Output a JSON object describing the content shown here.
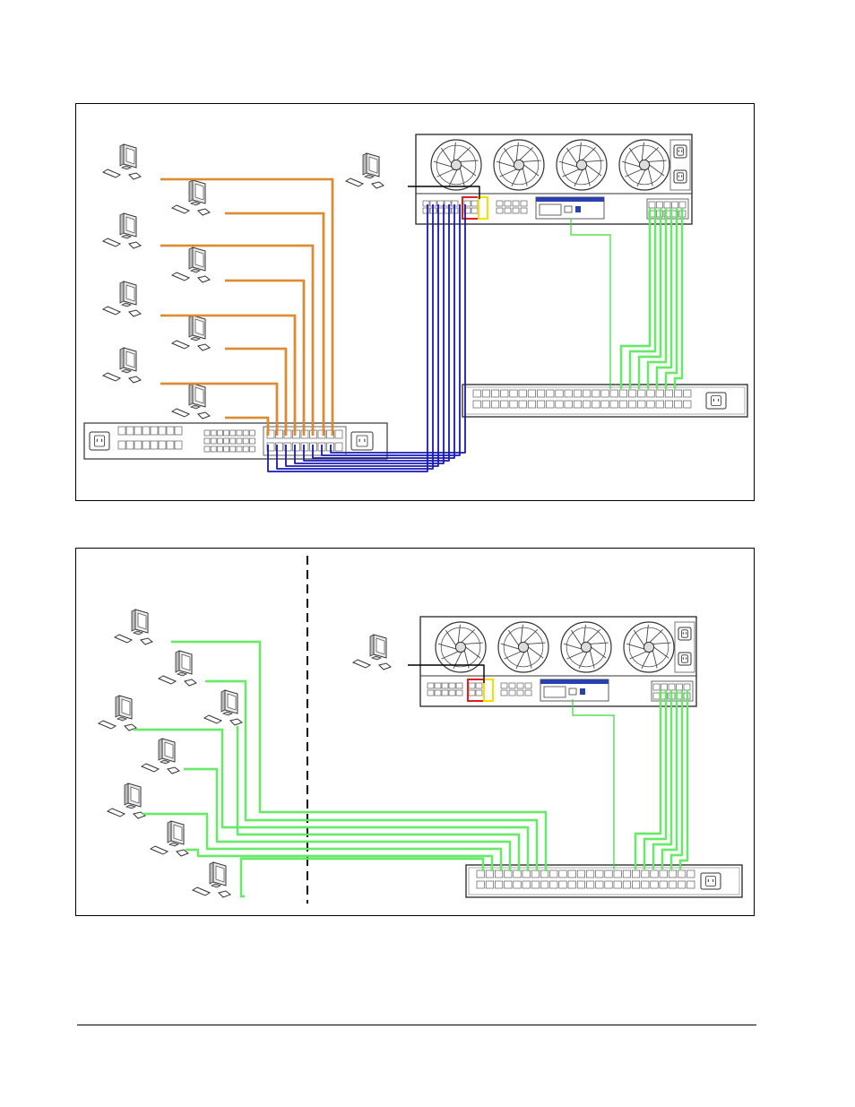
{
  "colors": {
    "cable_serial": "#c8640a",
    "cable_serial_core": "#f2b24d",
    "cable_network": "#1a1ab4",
    "cable_ethernet": "#33dd33",
    "cable_ethernet_core": "#9cf59c",
    "cable_console": "#000000",
    "port_highlight_red": "#e02020",
    "port_highlight_yellow": "#f5e000",
    "device_outline": "#333333",
    "frame_border": "#000000"
  },
  "icons": {
    "workstation": "computer-workstation-icon",
    "fan": "cooling-fan-icon",
    "power_inlet": "power-inlet-icon"
  },
  "diagrams": {
    "top": {
      "workstation_count": 9,
      "devices": [
        "rack-server",
        "patch-panel",
        "serial-switch"
      ]
    },
    "bottom": {
      "workstation_count": 9,
      "devices": [
        "rack-server",
        "patch-panel"
      ]
    }
  }
}
